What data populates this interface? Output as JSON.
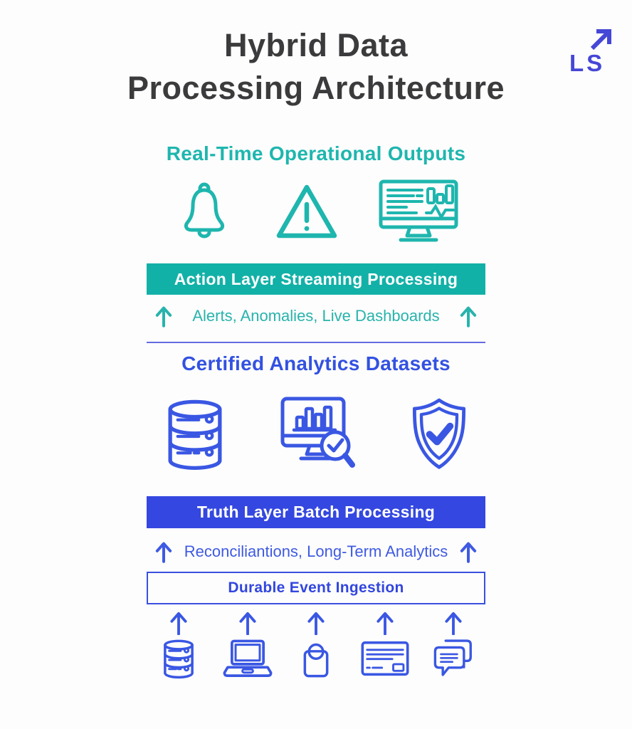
{
  "page": {
    "background": "#fdfdfd"
  },
  "logo": {
    "text": "LS",
    "color": "#4547d6",
    "icon": "arrow-up-right-icon"
  },
  "title": {
    "line1": "Hybrid Data",
    "line2": "Processing Architecture",
    "color": "#3b3b3d"
  },
  "realtime_section": {
    "heading": "Real-Time Operational Outputs",
    "heading_color": "#1eb6ae",
    "icons": [
      "bell-icon",
      "warning-triangle-icon",
      "dashboard-monitor-icon"
    ],
    "banner": {
      "label": "Action Layer Streaming Processing",
      "background": "#12b1a7",
      "text_color": "#ffffff"
    },
    "flow_label": "Alerts, Anomalies, Live Dashboards"
  },
  "batch_section": {
    "heading": "Certified Analytics Datasets",
    "heading_color": "#3351e1",
    "icons": [
      "database-icon",
      "analytics-monitor-magnifier-icon",
      "shield-check-icon"
    ],
    "banner": {
      "label": "Truth Layer Batch Processing",
      "background": "#3447e0",
      "text_color": "#ffffff"
    },
    "flow_label": "Reconciliantions, Long-Term Analytics"
  },
  "ingestion": {
    "label": "Durable Event Ingestion",
    "border_color": "#3b50e0",
    "source_icons": [
      "database-icon",
      "laptop-icon",
      "shopping-bag-icon",
      "receipt-icon",
      "chat-bubbles-icon"
    ]
  }
}
